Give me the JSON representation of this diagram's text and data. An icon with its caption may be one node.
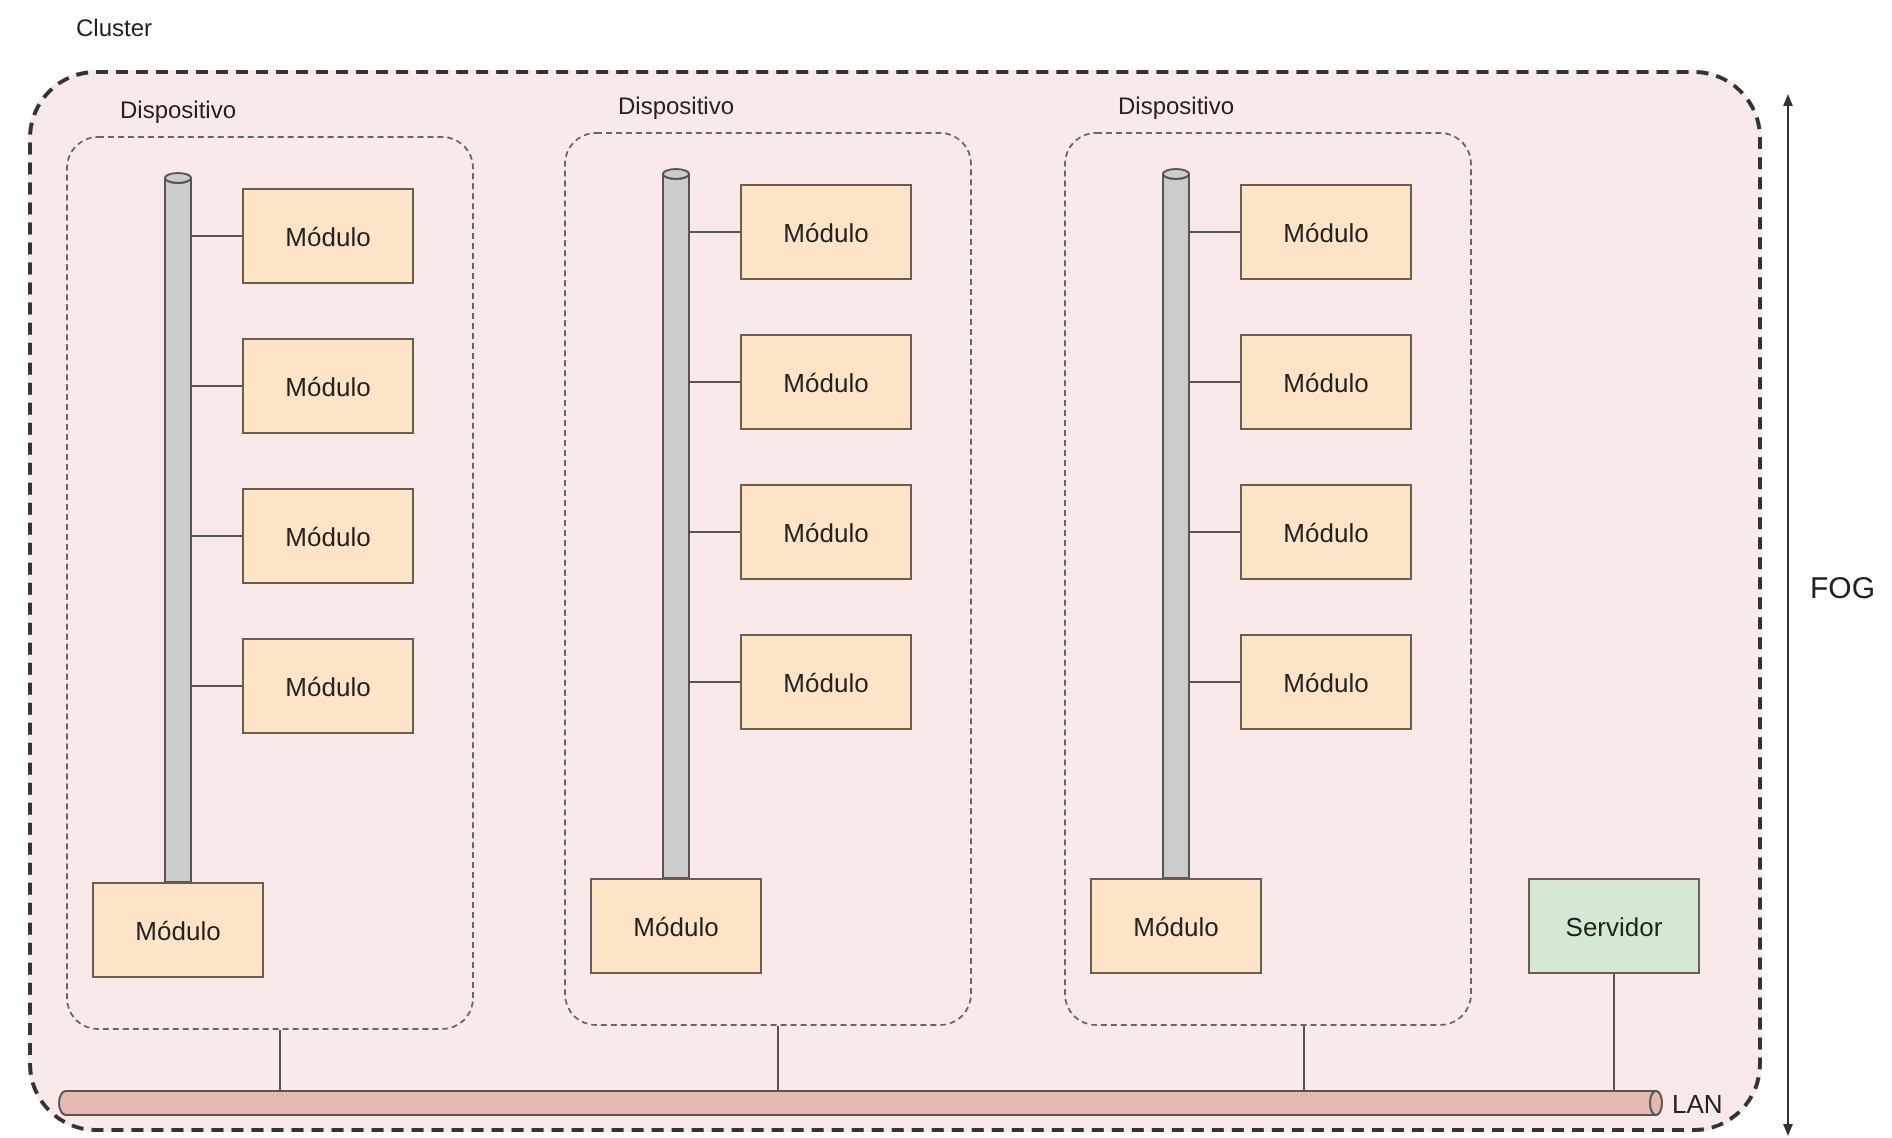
{
  "diagram": {
    "nodes": [
      {
        "text": [
          "Cluster"
        ]
      },
      {
        "text": [
          "Dispositivo"
        ],
        "in": 0
      },
      {
        "text": [],
        "shape": "cylinder",
        "in": 1
      },
      {
        "text": [
          "Módulo"
        ],
        "in": 1
      },
      {
        "text": [
          "Módulo"
        ],
        "in": 1
      },
      {
        "text": [
          "Módulo"
        ],
        "in": 1
      },
      {
        "text": [
          "Módulo"
        ],
        "in": 1
      },
      {
        "text": [
          "Módulo"
        ],
        "in": 1
      },
      {
        "text": [
          "Dispositivo"
        ],
        "in": 0
      },
      {
        "text": [],
        "shape": "cylinder",
        "in": 8
      },
      {
        "text": [
          "Módulo"
        ],
        "in": 8
      },
      {
        "text": [
          "Módulo"
        ],
        "in": 8
      },
      {
        "text": [
          "Módulo"
        ],
        "in": 8
      },
      {
        "text": [
          "Módulo"
        ],
        "in": 8
      },
      {
        "text": [
          "Módulo"
        ],
        "in": 8
      },
      {
        "text": [
          "Dispositivo"
        ],
        "in": 0
      },
      {
        "text": [],
        "shape": "cylinder",
        "in": 15
      },
      {
        "text": [
          "Módulo"
        ],
        "in": 15
      },
      {
        "text": [
          "Módulo"
        ],
        "in": 15
      },
      {
        "text": [
          "Módulo"
        ],
        "in": 15
      },
      {
        "text": [
          "Módulo"
        ],
        "in": 15
      },
      {
        "text": [
          "Módulo"
        ],
        "in": 15
      },
      {
        "text": [
          "Servidor"
        ],
        "in": 0
      },
      {
        "text": [],
        "shape": "cylinder",
        "beside": [
          "LAN"
        ],
        "in": 0
      }
    ],
    "edges": [
      {
        "from": 2,
        "to": 3,
        "arrow": "none"
      },
      {
        "from": 2,
        "to": 4,
        "arrow": "none"
      },
      {
        "from": 2,
        "to": 5,
        "arrow": "none"
      },
      {
        "from": 2,
        "to": 6,
        "arrow": "none"
      },
      {
        "from": 9,
        "to": 10,
        "arrow": "none"
      },
      {
        "from": 9,
        "to": 11,
        "arrow": "none"
      },
      {
        "from": 9,
        "to": 12,
        "arrow": "none"
      },
      {
        "from": 9,
        "to": 13,
        "arrow": "none"
      },
      {
        "from": 16,
        "to": 17,
        "arrow": "none"
      },
      {
        "from": 16,
        "to": 18,
        "arrow": "none"
      },
      {
        "from": 16,
        "to": 19,
        "arrow": "none"
      },
      {
        "from": 16,
        "to": 20,
        "arrow": "none"
      },
      {
        "from": 1,
        "to": 23,
        "arrow": "none"
      },
      {
        "from": 8,
        "to": 23,
        "arrow": "none"
      },
      {
        "from": 15,
        "to": 23,
        "arrow": "none"
      },
      {
        "from": 22,
        "to": 23,
        "arrow": "none"
      }
    ],
    "labels": [
      "FOG"
    ]
  }
}
